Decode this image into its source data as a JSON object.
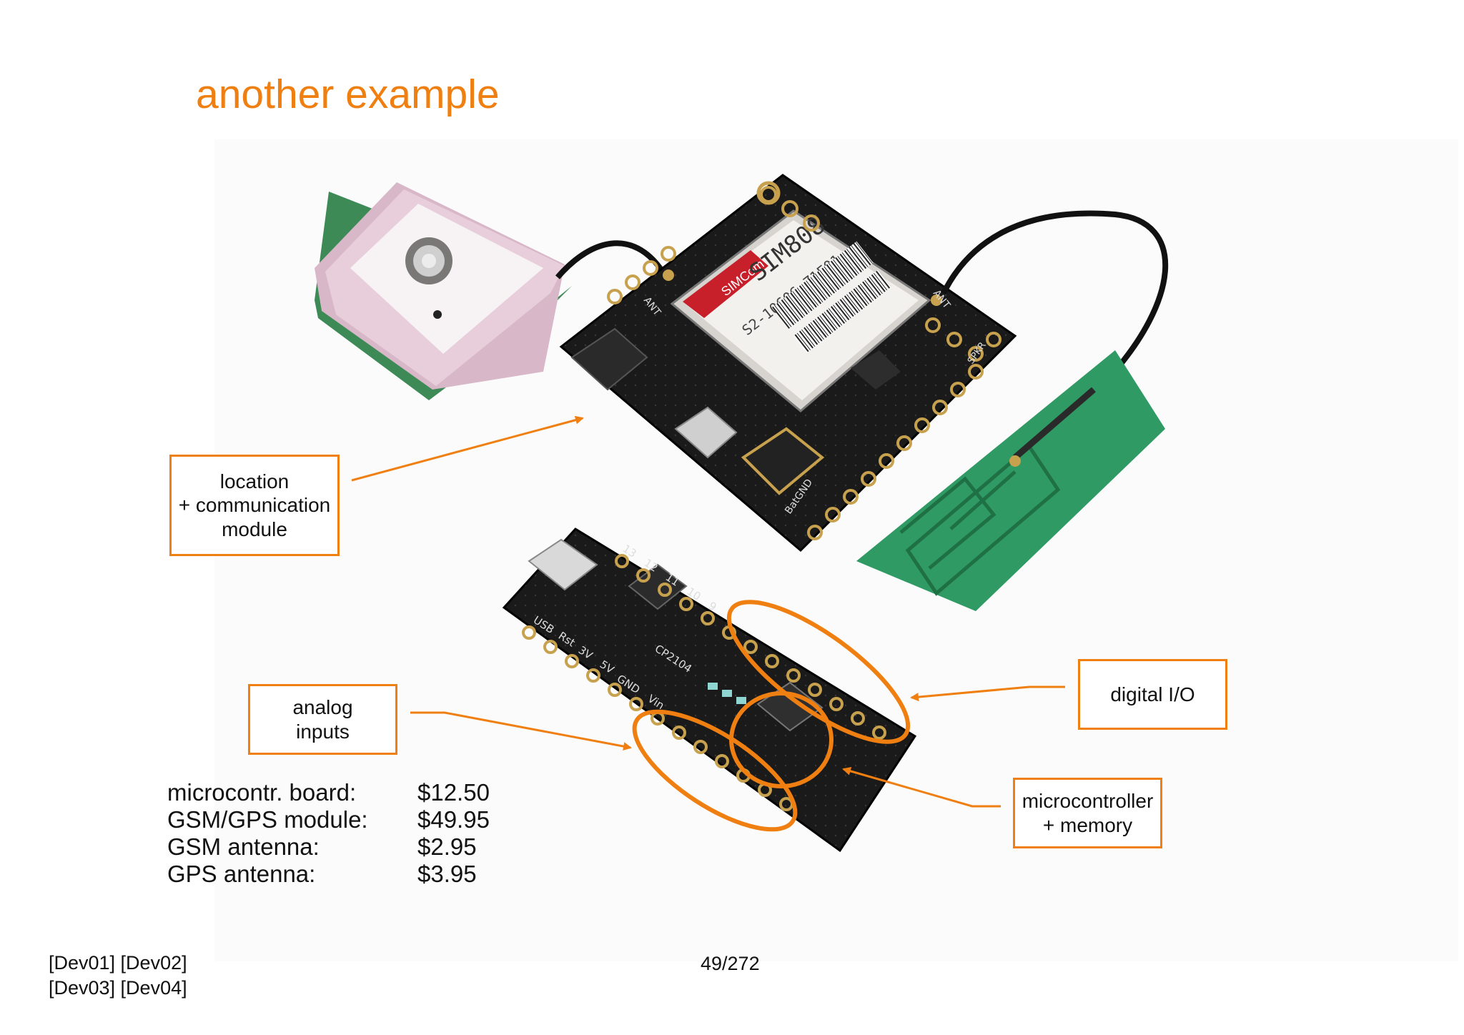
{
  "slide": {
    "title": "another example",
    "callouts": {
      "location": [
        "location",
        "+ communication",
        "module"
      ],
      "analog": [
        "analog",
        "inputs"
      ],
      "digital": [
        "digital I/O"
      ],
      "micro": [
        "microcontroller",
        "+ memory"
      ]
    },
    "prices": [
      {
        "item": "microcontr. board:",
        "price": "$12.50"
      },
      {
        "item": "GSM/GPS module:",
        "price": "$49.95"
      },
      {
        "item": "GSM antenna:",
        "price": "$2.95"
      },
      {
        "item": "GPS antenna:",
        "price": "$3.95"
      }
    ],
    "refs": [
      "[Dev01] [Dev02]",
      "[Dev03] [Dev04]"
    ],
    "page_number": "49/272"
  },
  "board_text": {
    "sim_module_brand": "SIMCom",
    "sim_module_model": "SIM808",
    "sim_module_part": "S2-10606-Z1F01",
    "feather_chip": "CP2104",
    "pin_13": "13",
    "pin_12": "12",
    "pin_11": "11",
    "pin_10": "10",
    "pin_9": "9",
    "pin_usb": "USB",
    "pin_rst": "Rst",
    "pin_3v": "3V",
    "pin_5v": "5V",
    "pin_gnd": "GND",
    "pin_vin": "Vin",
    "gsm_ant": "ANT",
    "gps_ant": "ANT",
    "bat": "BatGND",
    "spkr": "SPKR"
  },
  "colors": {
    "accent": "#F07F12",
    "pcb": "#1b1a1a",
    "pcb_green": "#2f9a63",
    "gold": "#c7a14d",
    "patch": "#e6c9d7"
  }
}
